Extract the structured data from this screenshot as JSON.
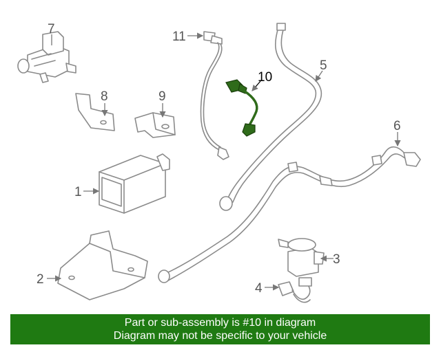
{
  "callouts": {
    "c1": "1",
    "c2": "2",
    "c3": "3",
    "c4": "4",
    "c5": "5",
    "c6": "6",
    "c7": "7",
    "c8": "8",
    "c9": "9",
    "c10": "10",
    "c11": "11"
  },
  "highlight_part": "10",
  "colors": {
    "highlight": "#2f6b1a",
    "banner": "#1f7a12",
    "line_art": "#8a8a8a"
  },
  "banner": {
    "line1": "Part or sub-assembly is #10 in diagram",
    "line2": "Diagram may not be specific to your vehicle"
  }
}
